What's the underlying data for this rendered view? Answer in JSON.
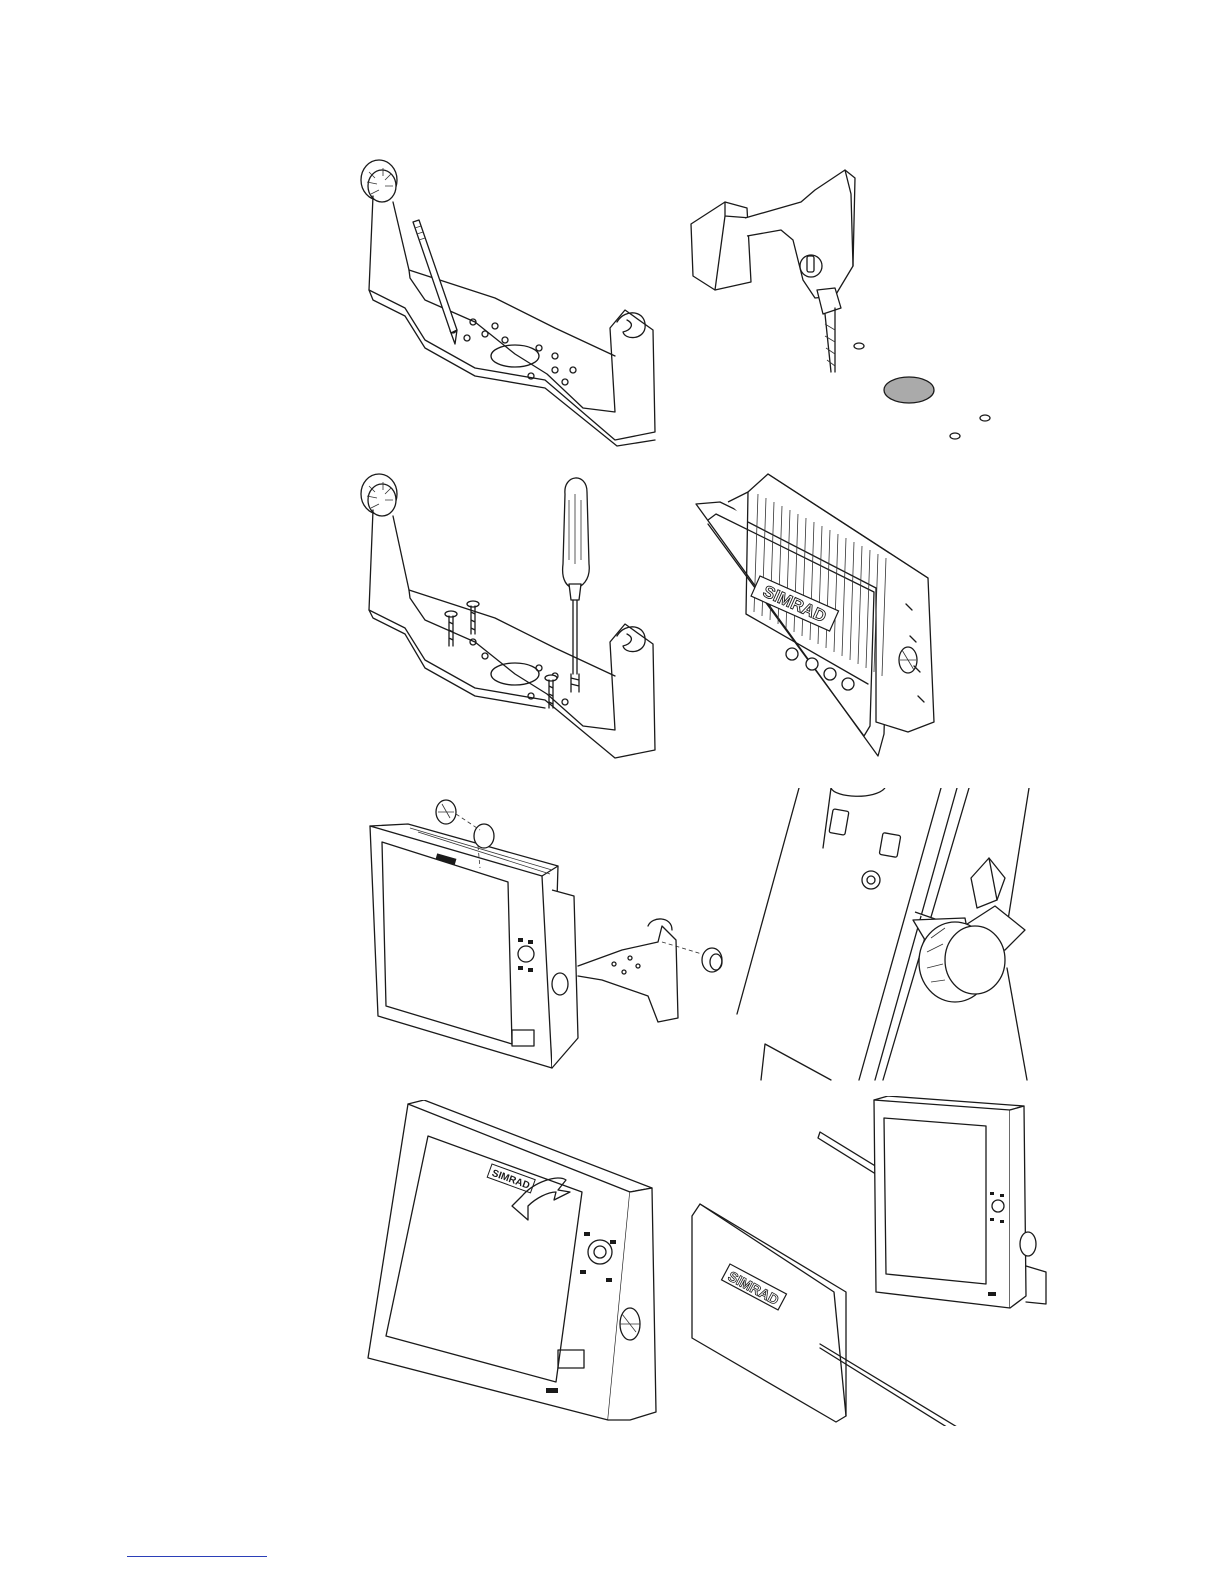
{
  "page": {
    "document_type": "installation instruction illustrations",
    "panel_count": 8
  },
  "panels": [
    {
      "id": "bracket-mark",
      "depicts": "mounting bracket with pencil marking hole positions"
    },
    {
      "id": "drill-holes",
      "depicts": "drill boring holes in mounting surface"
    },
    {
      "id": "bracket-screw",
      "depicts": "screwdriver fastening bracket with screws"
    },
    {
      "id": "flush-mount",
      "depicts": "display rear view with flush mount frame"
    },
    {
      "id": "attach-unit",
      "depicts": "display unit fitted into bracket with knobs"
    },
    {
      "id": "knob-detail",
      "depicts": "close-up of bracket knob tightening"
    },
    {
      "id": "tilt-unit",
      "depicts": "display tilted in bracket"
    },
    {
      "id": "sun-cover",
      "depicts": "sun cover removal from display"
    }
  ],
  "brand": {
    "logo_text": "SIMRAD"
  },
  "footer": {
    "rule_color": "#2b3fb8"
  }
}
